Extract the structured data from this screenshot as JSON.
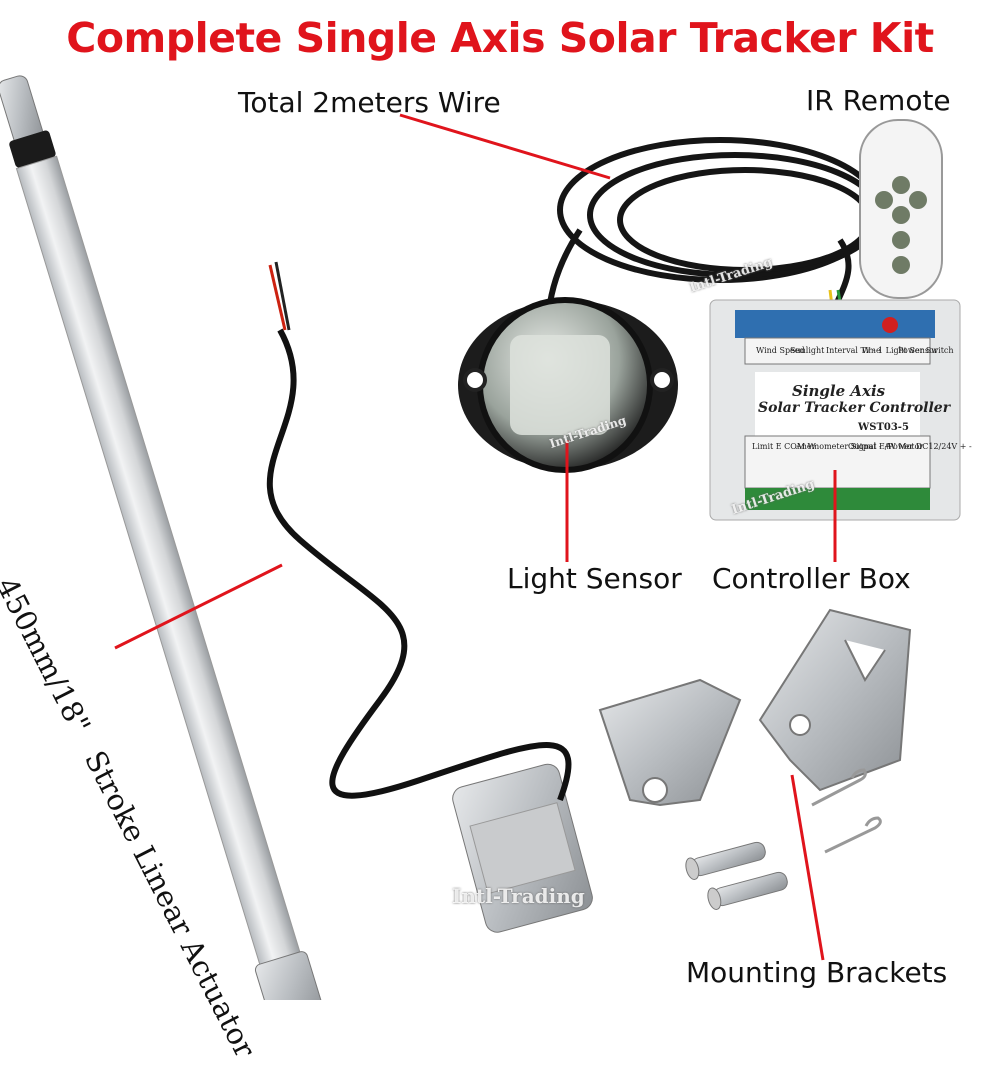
{
  "title": "Complete Single Axis Solar Tracker Kit",
  "labels": {
    "wire": "Total 2meters Wire",
    "remote": "IR Remote",
    "light_sensor": "Light Sensor",
    "controller_box": "Controller Box",
    "brackets": "Mounting Brackets",
    "actuator_size": "450mm/18\"",
    "actuator_name": "Stroke Linear Actuator"
  },
  "controller": {
    "name_line1": "Single Axis",
    "name_line2": "Solar Tracker Controller",
    "model": "WST03-5",
    "top_terminals": [
      "Wind Speed",
      "Sunlight",
      "Interval Time",
      "W - 1 Light Sensor",
      "Power Switch"
    ],
    "bottom_terminals": [
      "Limit E COM W",
      "Anemometer Signal - +",
      "Output E/W Motor",
      "Power DC12/24V + -"
    ]
  },
  "watermark": "Intl-Trading",
  "colors": {
    "title": "#e0141c",
    "pointer": "#e0141c"
  }
}
